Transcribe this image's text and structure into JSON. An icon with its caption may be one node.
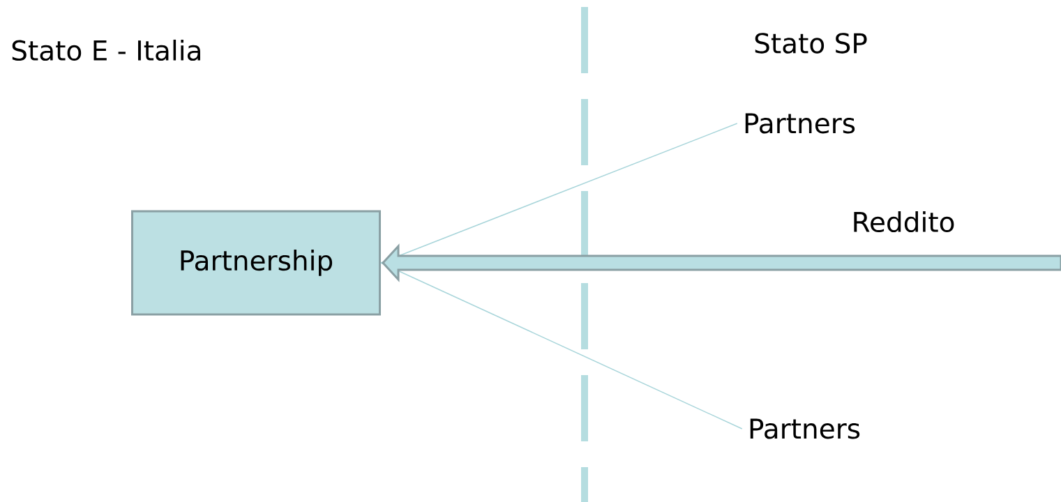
{
  "diagram": {
    "nodes": [
      {
        "text": [
          "Partnership"
        ]
      },
      {
        "text": [
          "Partners"
        ]
      },
      {
        "text": [
          "Partners"
        ]
      }
    ],
    "edges": [
      {
        "from": 0,
        "to": 1,
        "arrow": "none"
      },
      {
        "from": 0,
        "to": 2,
        "arrow": "none"
      },
      {
        "from": null,
        "to": 0,
        "arrow": "to",
        "label": "Reddito",
        "style": "thick",
        "color": "#8aa0a4"
      }
    ],
    "labels": [
      "Stato E - Italia",
      "Stato SP"
    ]
  }
}
